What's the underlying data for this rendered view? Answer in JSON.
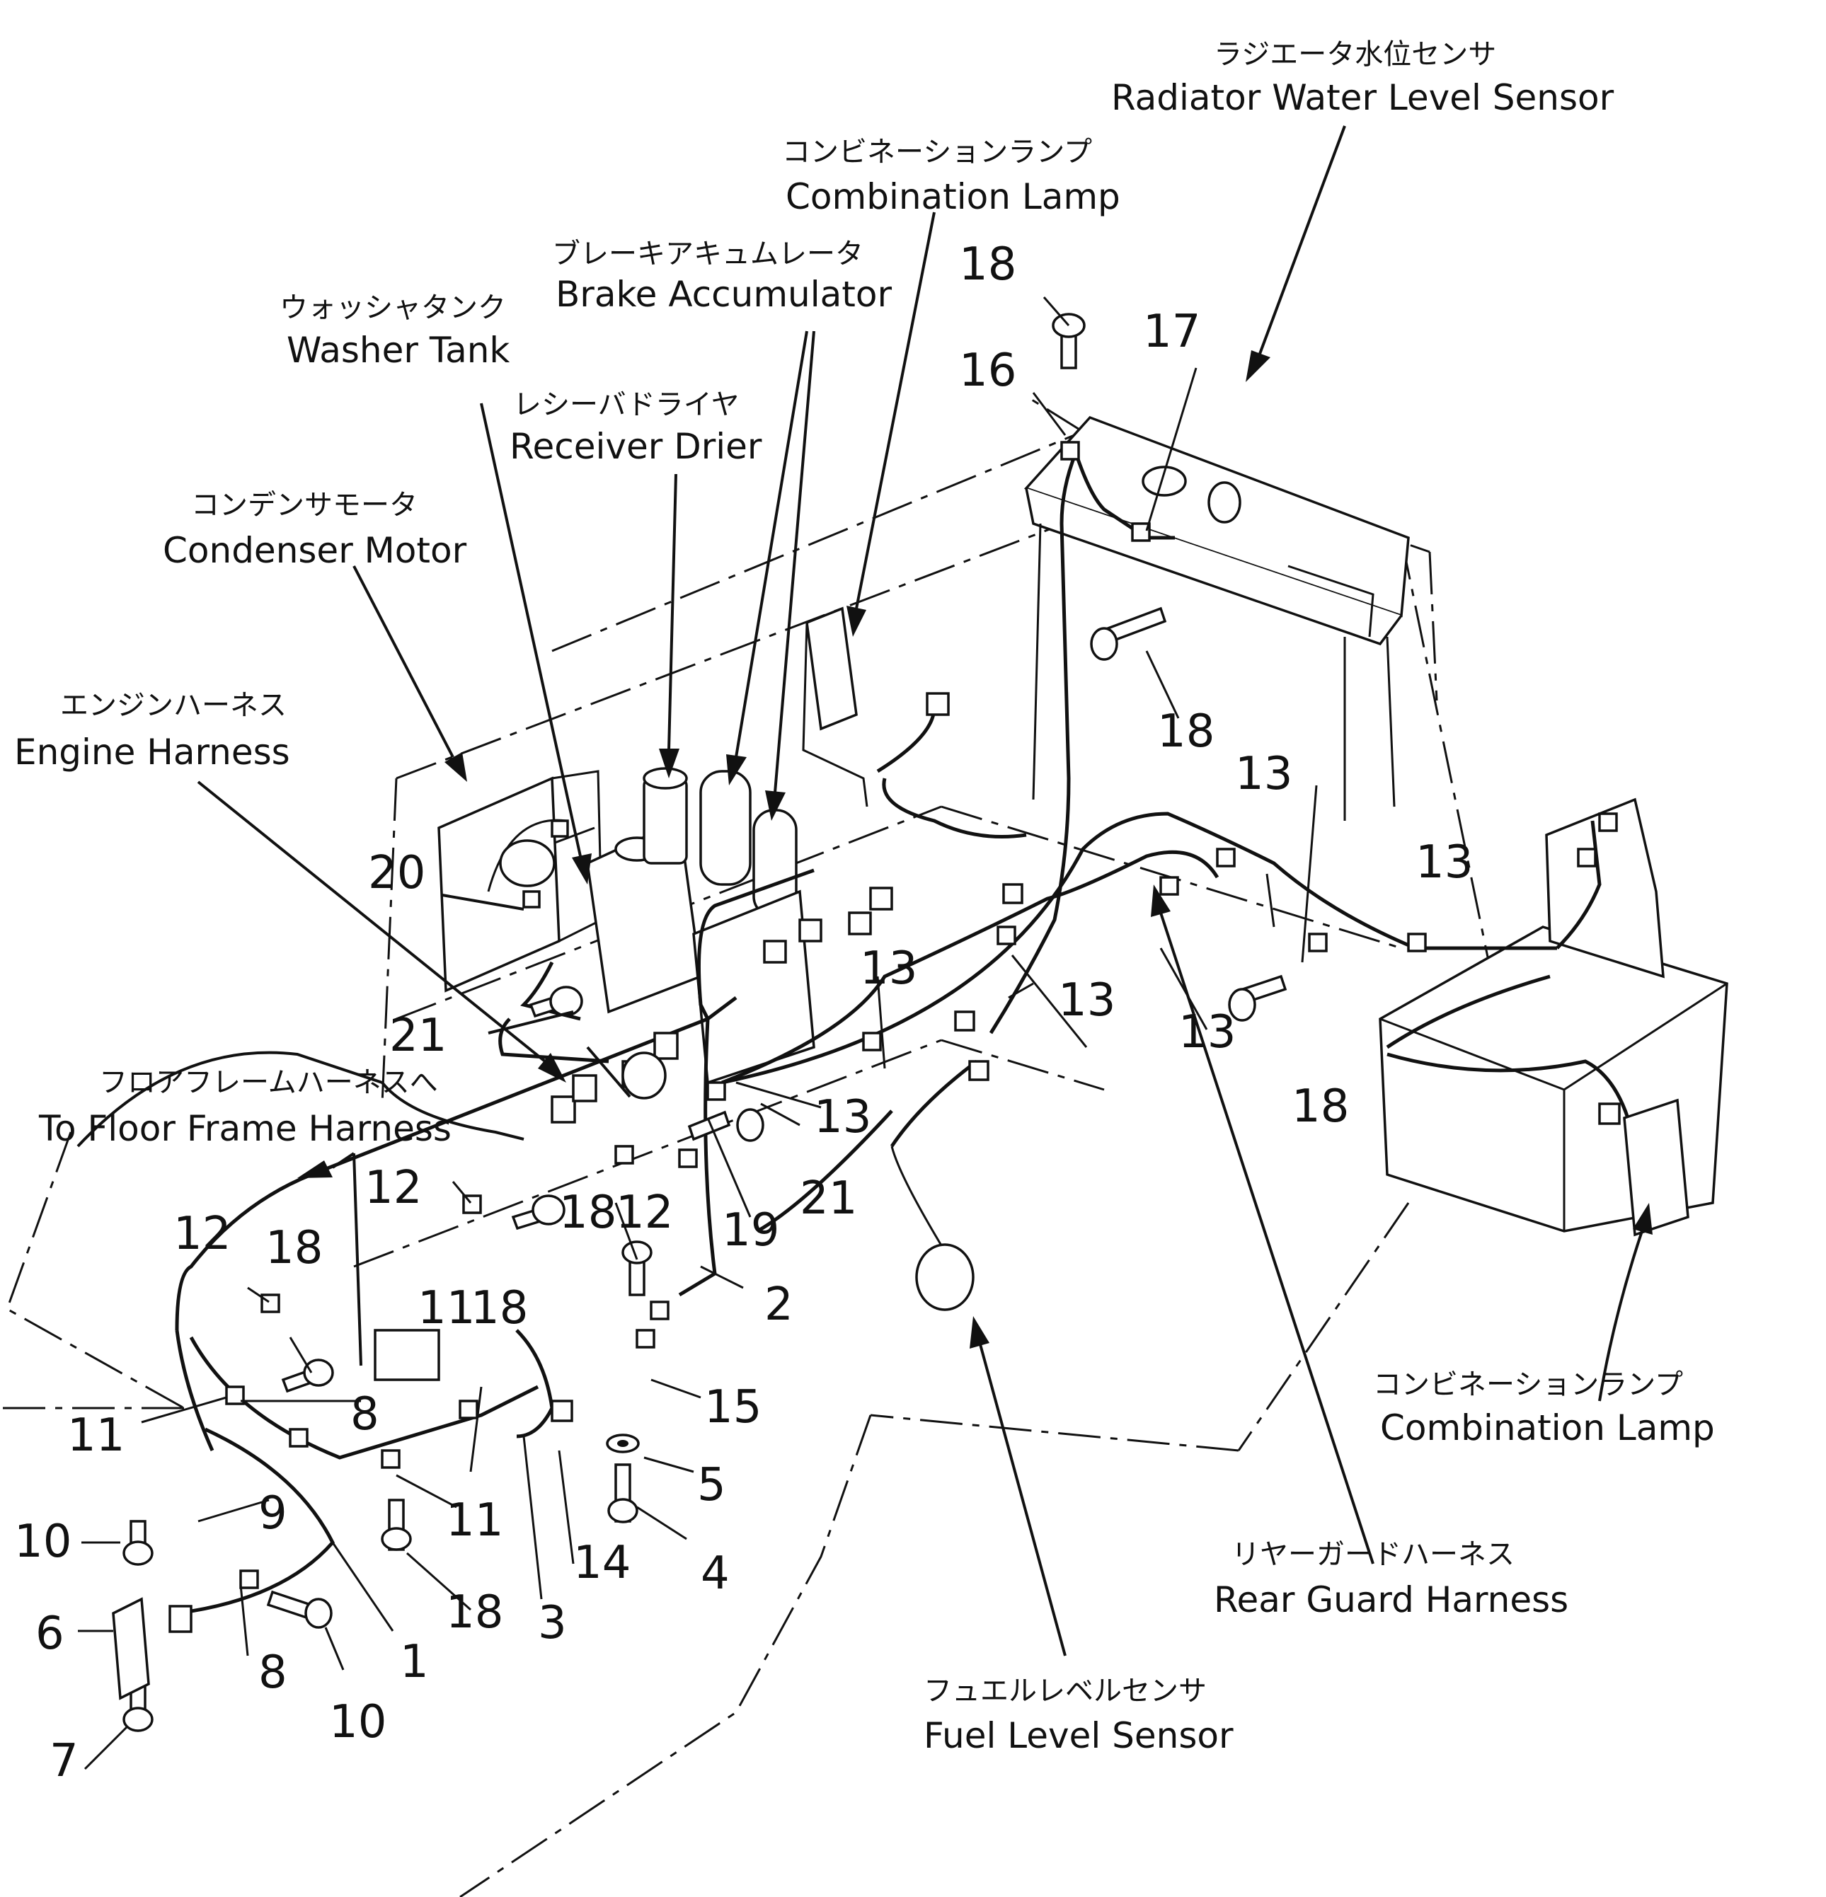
{
  "labels": {
    "radiator_sensor": {
      "jp": "ラジエータ水位センサ",
      "en": "Radiator Water Level Sensor"
    },
    "combination_lamp_top": {
      "jp": "コンビネーションランプ",
      "en": "Combination Lamp"
    },
    "brake_accumulator": {
      "jp": "ブレーキアキュムレータ",
      "en": "Brake Accumulator"
    },
    "washer_tank": {
      "jp": "ウォッシャタンク",
      "en": "Washer Tank"
    },
    "receiver_drier": {
      "jp": "レシーバドライヤ",
      "en": "Receiver Drier"
    },
    "condenser_motor": {
      "jp": "コンデンサモータ",
      "en": "Condenser Motor"
    },
    "engine_harness": {
      "jp": "エンジンハーネス",
      "en": "Engine Harness"
    },
    "floor_frame_harness": {
      "jp": "フロアフレームハーネスへ",
      "en": "To Floor Frame Harness"
    },
    "combination_lamp_bottom": {
      "jp": "コンビネーションランプ",
      "en": "Combination Lamp"
    },
    "rear_guard_harness": {
      "jp": "リヤーガードハーネス",
      "en": "Rear Guard Harness"
    },
    "fuel_level_sensor": {
      "jp": "フュエルレベルセンサ",
      "en": "Fuel Level Sensor"
    }
  },
  "part_numbers": {
    "n1": "1",
    "n2": "2",
    "n3": "3",
    "n4": "4",
    "n5": "5",
    "n6": "6",
    "n7": "7",
    "n8a": "8",
    "n8b": "8",
    "n9": "9",
    "n10a": "10",
    "n10b": "10",
    "n11a": "11",
    "n11b": "11",
    "n11c": "11",
    "n12a": "12",
    "n12b": "12",
    "n12c": "12",
    "n13a": "13",
    "n13b": "13",
    "n13c": "13",
    "n13d": "13",
    "n13e": "13",
    "n13f": "13",
    "n14": "14",
    "n15": "15",
    "n16": "16",
    "n17": "17",
    "n18a": "18",
    "n18b": "18",
    "n18c": "18",
    "n18d": "18",
    "n18e": "18",
    "n18f": "18",
    "n18g": "18",
    "n19": "19",
    "n20": "20",
    "n21a": "21",
    "n21b": "21"
  }
}
